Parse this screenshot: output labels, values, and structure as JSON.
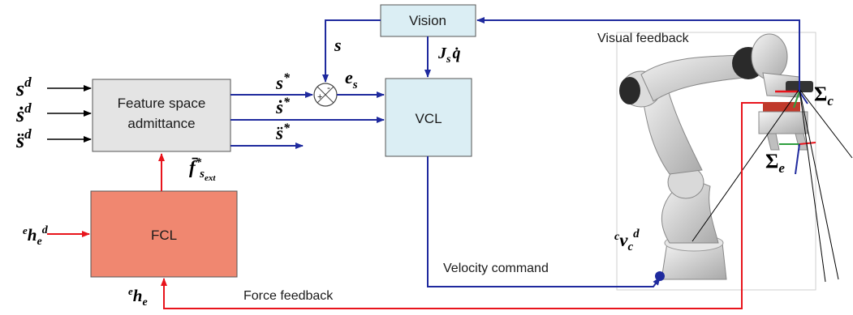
{
  "blocks": {
    "vision": "Vision",
    "admittance_line1": "Feature space",
    "admittance_line2": "admittance",
    "vcl": "VCL",
    "fcl": "FCL"
  },
  "signals": {
    "s_d": "s",
    "s_d_sup": "d",
    "sdot_d": "ṡ",
    "sdot_d_sup": "d",
    "sddot_d": "s̈",
    "sddot_d_sup": "d",
    "s_star": "s",
    "s_star_sup": "*",
    "sdot_star": "ṡ",
    "sdot_star_sup": "*",
    "sddot_star": "s̈",
    "sddot_star_sup": "*",
    "s_feedback": "s",
    "e_s": "e",
    "e_s_sub": "s",
    "js_qdot": "J",
    "js_qdot_sub": "s",
    "js_qdot_tail": "q̇",
    "f_ext": "f̄",
    "f_ext_sup": "*",
    "f_ext_sub": "s",
    "f_ext_subsub": "ext",
    "h_e_d_pre": "e",
    "h_e_d": "h",
    "h_e_d_sub": "e",
    "h_e_d_sup": "d",
    "h_e_pre": "e",
    "h_e": "h",
    "h_e_sub": "e",
    "v_c_d_pre": "c",
    "v_c_d": "v",
    "v_c_d_sub": "c",
    "v_c_d_sup": "d",
    "sum_c": "Σ",
    "sum_c_sub": "c",
    "sum_e": "Σ",
    "sum_e_sub": "e",
    "plus": "+",
    "minus": "-"
  },
  "annotations": {
    "visual_feedback": "Visual feedback",
    "velocity_command": "Velocity command",
    "force_feedback": "Force feedback"
  },
  "colors": {
    "blue": "#1f2a9e",
    "red": "#e8141c",
    "vision_fill": "#dbeef4",
    "admittance_fill": "#e4e4e4",
    "fcl_fill": "#f08770",
    "black": "#000000"
  }
}
